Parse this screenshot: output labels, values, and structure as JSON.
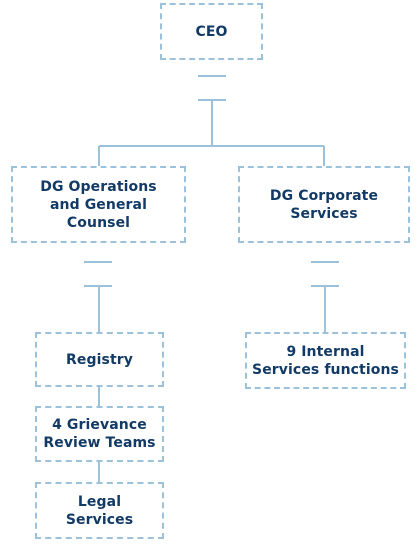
{
  "org_chart": {
    "colors": {
      "box_border": "#9cc2db",
      "connector": "#9cc2db",
      "text": "#123a66",
      "background": "#ffffff"
    },
    "nodes": {
      "ceo": "CEO",
      "dg_operations": "DG Operations\nand General\nCounsel",
      "dg_corporate": "DG Corporate\nServices",
      "registry": "Registry",
      "grievance": "4 Grievance\nReview Teams",
      "legal": "Legal\nServices",
      "internal_services": "9 Internal\nServices functions"
    }
  }
}
